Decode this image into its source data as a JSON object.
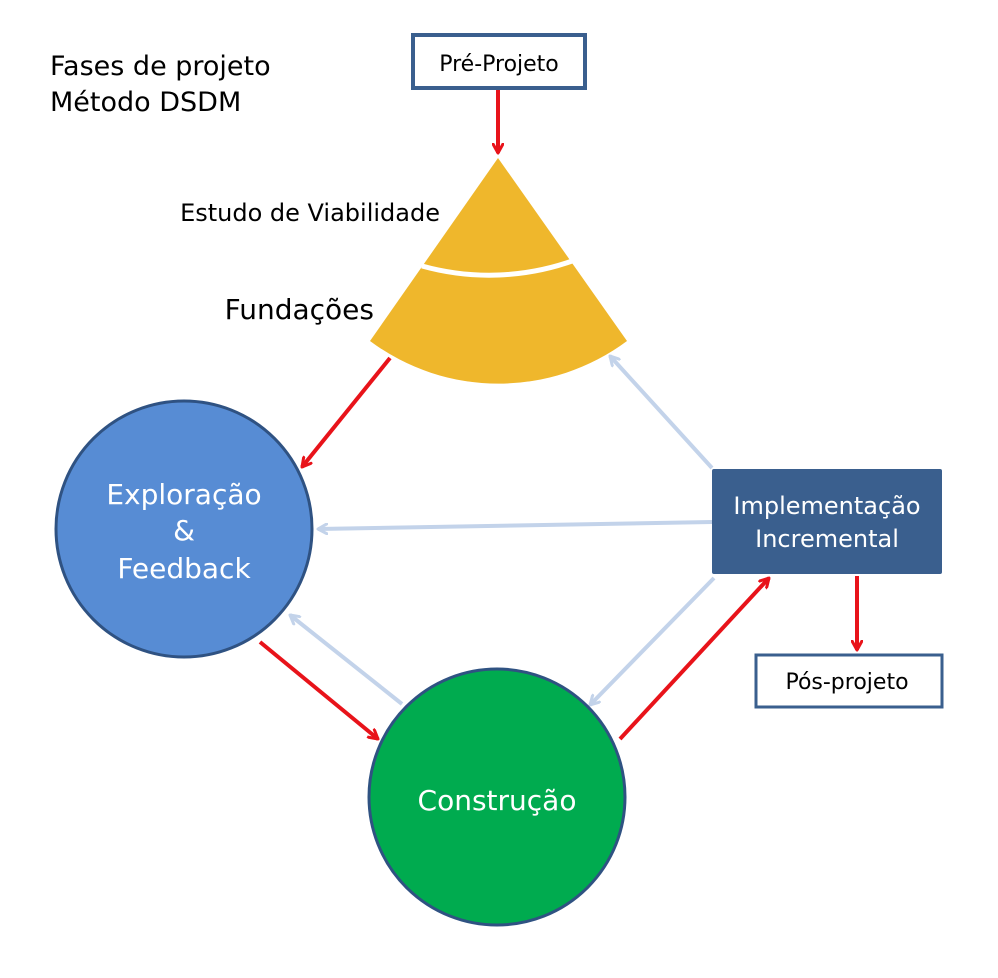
{
  "title": {
    "line1": "Fases de projeto",
    "line2": "Método DSDM"
  },
  "boxes": {
    "pre_projeto": "Pré-Projeto",
    "pos_projeto": "Pós-projeto",
    "implementacao": {
      "line1": "Implementação",
      "line2": "Incremental"
    }
  },
  "funnel": {
    "top_label": "Estudo de Viabilidade",
    "bottom_label": "Fundações"
  },
  "circles": {
    "exploracao": {
      "line1": "Exploração",
      "line2": "&",
      "line3": "Feedback"
    },
    "construcao": "Construção"
  },
  "colors": {
    "funnel": "#efb72c",
    "exploracao": "#578cd4",
    "construcao": "#00ab4f",
    "implementacao": "#3a5f8e",
    "box_border": "#3a5f8e",
    "arrow_primary": "#e8131a",
    "arrow_secondary": "#c3d3ea"
  }
}
